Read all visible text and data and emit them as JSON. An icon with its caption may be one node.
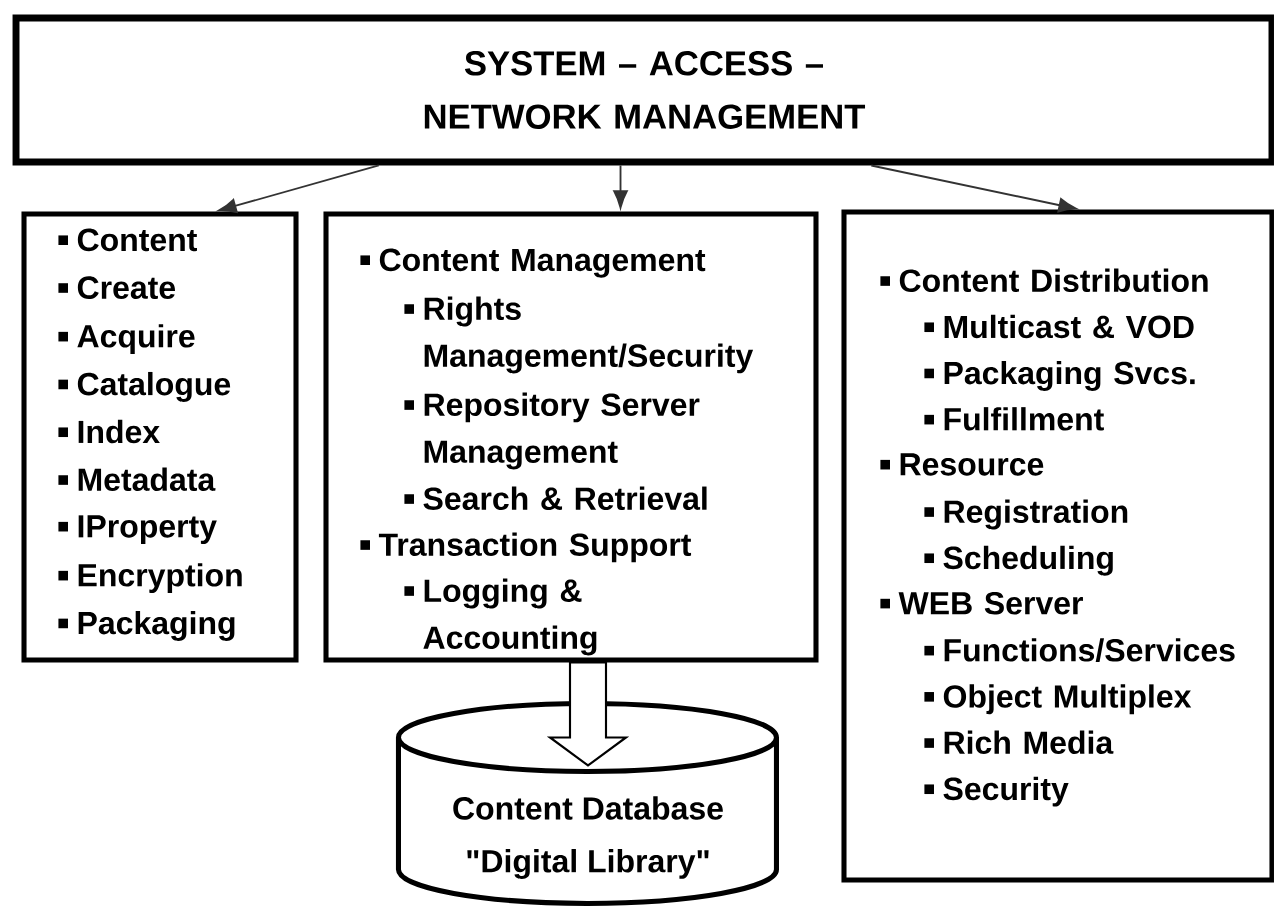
{
  "diagram": {
    "nodes": [
      {
        "text": [
          "SYSTEM – ACCESS – NETWORK MANAGEMENT"
        ]
      },
      {
        "text": [
          "Content",
          "Create",
          "Acquire",
          "Catalogue",
          "Index",
          "Metadata",
          "IProperty",
          "Encryption",
          "Packaging"
        ]
      },
      {
        "text": [
          "Content Management",
          "Rights Management/Security",
          "Repository Server Management",
          "Search & Retrieval",
          "Transaction Support",
          "Logging & Accounting"
        ]
      },
      {
        "text": [
          "Content Distribution",
          "Multicast & VOD",
          "Packaging Svcs.",
          "Fulfillment",
          "Resource",
          "Registration",
          "Scheduling",
          "WEB Server",
          "Functions/Services",
          "Object Multiplex",
          "Rich Media",
          "Security"
        ]
      },
      {
        "text": [
          "Content Database",
          "\"Digital Library\""
        ]
      }
    ],
    "edges": [
      {
        "from": 0,
        "to": 1,
        "arrow": "to"
      },
      {
        "from": 0,
        "to": 2,
        "arrow": "to"
      },
      {
        "from": 0,
        "to": 3,
        "arrow": "to"
      },
      {
        "from": 2,
        "to": 4,
        "arrow": "to",
        "style": "thick"
      }
    ]
  }
}
